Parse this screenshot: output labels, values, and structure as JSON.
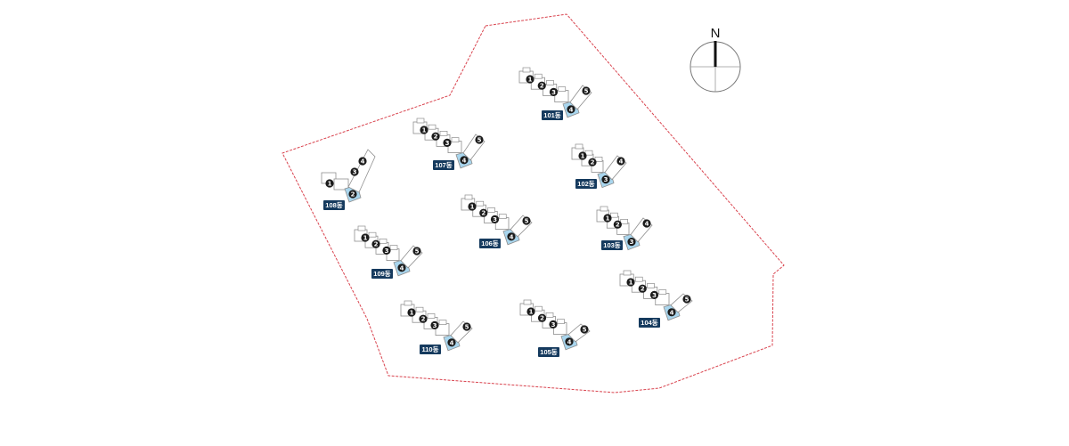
{
  "colors": {
    "boundary": "#d9434e",
    "outline": "#8e8e8e",
    "highlight": "#a9d6ee",
    "label_bg": "#153a5e",
    "badge": "#1b1b1b"
  },
  "compass": {
    "north_label": "N"
  },
  "buildings": [
    {
      "id": "101",
      "label": "101동",
      "units": [
        "1",
        "2",
        "3",
        "4",
        "5"
      ],
      "highlight_unit": "4"
    },
    {
      "id": "102",
      "label": "102동",
      "units": [
        "1",
        "2",
        "3",
        "4"
      ],
      "highlight_unit": "3"
    },
    {
      "id": "103",
      "label": "103동",
      "units": [
        "1",
        "2",
        "3",
        "4"
      ],
      "highlight_unit": "3"
    },
    {
      "id": "104",
      "label": "104동",
      "units": [
        "1",
        "2",
        "3",
        "4",
        "5"
      ],
      "highlight_unit": "4"
    },
    {
      "id": "105",
      "label": "105동",
      "units": [
        "1",
        "2",
        "3",
        "4",
        "5"
      ],
      "highlight_unit": "4"
    },
    {
      "id": "106",
      "label": "106동",
      "units": [
        "1",
        "2",
        "3",
        "4",
        "5"
      ],
      "highlight_unit": "4"
    },
    {
      "id": "107",
      "label": "107동",
      "units": [
        "1",
        "2",
        "3",
        "4",
        "5"
      ],
      "highlight_unit": "4"
    },
    {
      "id": "108",
      "label": "108동",
      "units": [
        "1",
        "2",
        "3",
        "4"
      ],
      "highlight_unit": "2"
    },
    {
      "id": "109",
      "label": "109동",
      "units": [
        "1",
        "2",
        "3",
        "4",
        "5"
      ],
      "highlight_unit": "4"
    },
    {
      "id": "110",
      "label": "110동",
      "units": [
        "1",
        "2",
        "3",
        "4",
        "5"
      ],
      "highlight_unit": "4"
    }
  ]
}
